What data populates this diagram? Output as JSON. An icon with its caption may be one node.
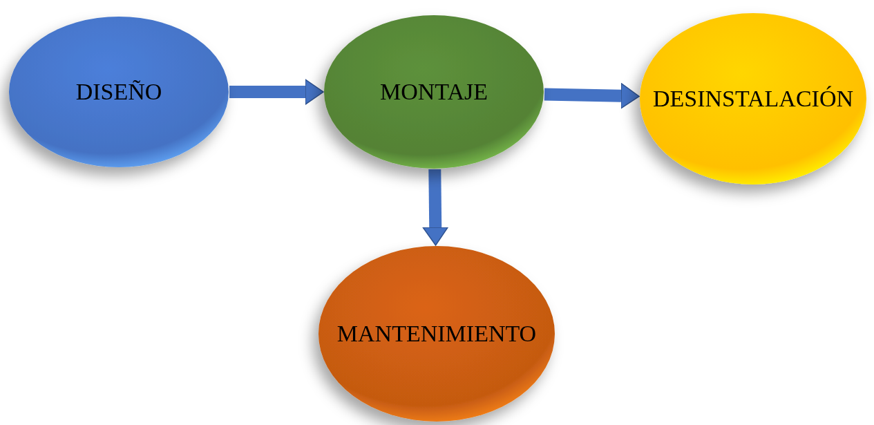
{
  "diagram": {
    "nodes": [
      {
        "text": [
          "DISEÑO"
        ]
      },
      {
        "text": [
          "MONTAJE"
        ]
      },
      {
        "text": [
          "DESINSTALACIÓN"
        ]
      },
      {
        "text": [
          "MANTENIMIENTO"
        ]
      }
    ],
    "edges": [
      {
        "from": 0,
        "to": 1,
        "arrow": "to"
      },
      {
        "from": 1,
        "to": 2,
        "arrow": "to"
      },
      {
        "from": 1,
        "to": 3,
        "arrow": "to"
      }
    ]
  }
}
